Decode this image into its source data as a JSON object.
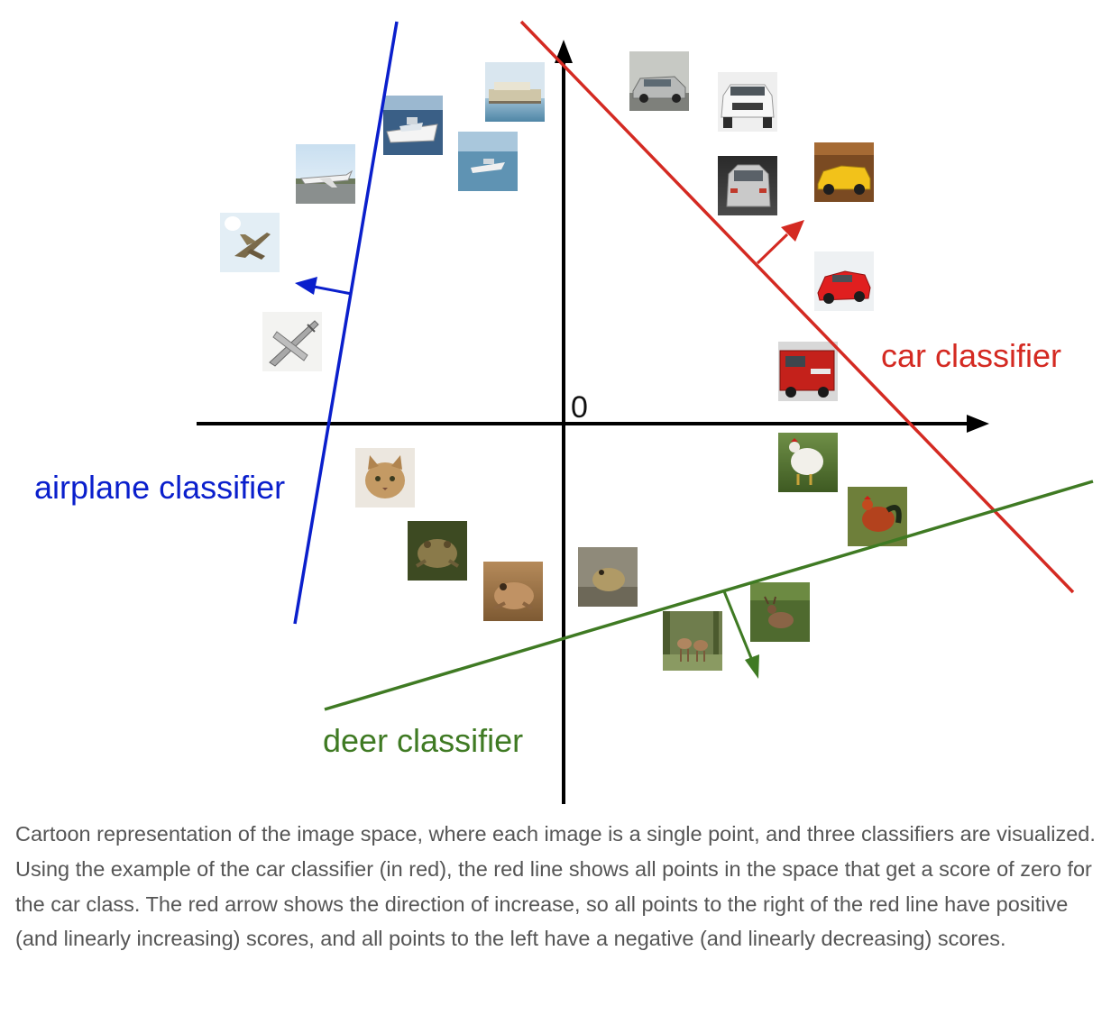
{
  "origin_label": "0",
  "classifiers": {
    "airplane": {
      "label": "airplane classifier",
      "color": "#0a1fcc"
    },
    "car": {
      "label": "car classifier",
      "color": "#d42a22"
    },
    "deer": {
      "label": "deer classifier",
      "color": "#3f7a23"
    }
  },
  "axis_color": "#000000",
  "thumbnails": {
    "airplane": [
      "jet-on-runway",
      "fighter-jet-in-sky",
      "propeller-airliner"
    ],
    "ship": [
      "ferry-ship",
      "white-motor-yacht",
      "speedboat-on-water"
    ],
    "automobile": [
      "silver-sedan",
      "white-car-front",
      "silver-hatchback-rear",
      "yellow-convertible",
      "red-sports-car",
      "red-fire-truck"
    ],
    "cat": [
      "tabby-cat-face"
    ],
    "frog": [
      "toad",
      "brown-frog",
      "frog-on-ground"
    ],
    "bird": [
      "white-rooster",
      "red-rooster"
    ],
    "deer": [
      "deer-pair",
      "deer-in-brush"
    ]
  },
  "caption": "Cartoon representation of the image space, where each image is a single point, and three classifiers are visualized. Using the example of the car classifier (in red), the red line shows all points in the space that get a score of zero for the car class. The red arrow shows the direction of increase, so all points to the right of the red line have positive (and linearly increasing) scores, and all points to the left have a negative (and linearly decreasing) scores."
}
